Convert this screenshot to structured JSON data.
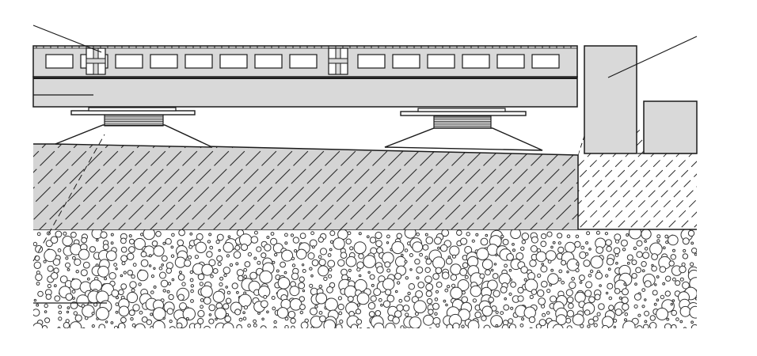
{
  "diagram": {
    "kind": "decking-on-pedestals-cross-section",
    "labels": [],
    "colors": {
      "background": "#ffffff",
      "stroke": "#1a1a1a",
      "board_fill": "#d9d9d9",
      "board_slot_fill": "#ffffff",
      "screed_fill": "#d4d4d4",
      "screed_hatch": "#2a2a2a",
      "gravel_fill": "#ffffff",
      "gravel_stroke": "#333333",
      "kerb_fill": "#d9d9d9"
    },
    "components": [
      "decking-board",
      "joist",
      "adjustable-pedestal",
      "screed-layer",
      "gravel-sub-base",
      "edge-kerb",
      "leader-line"
    ]
  }
}
